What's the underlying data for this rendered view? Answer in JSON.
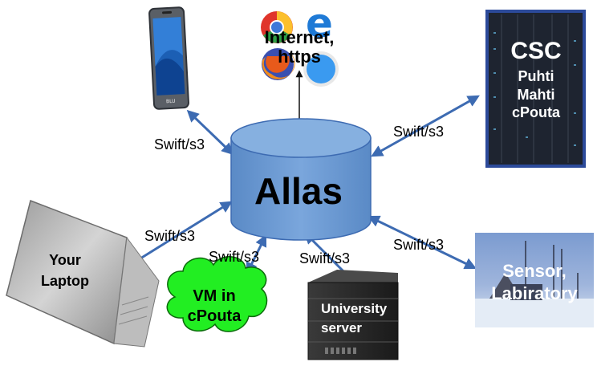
{
  "center": {
    "label": "Allas"
  },
  "internet": {
    "line1": "Internet,",
    "line2": "https",
    "icons": [
      "chrome-icon",
      "edge-icon",
      "firefox-icon",
      "safari-icon"
    ]
  },
  "csc": {
    "title": "CSC",
    "lines": [
      "Puhti",
      "Mahti",
      "cPouta"
    ]
  },
  "laptop": {
    "line1": "Your",
    "line2": "Laptop"
  },
  "vm": {
    "line1": "VM in",
    "line2": "cPouta"
  },
  "server": {
    "line1": "University",
    "line2": "server"
  },
  "sensor": {
    "line1": "Sensor,",
    "line2": "Labiratory"
  },
  "protocols": {
    "phone": "Swift/s3",
    "csc": "Swift/s3",
    "laptop": "Swift/s3",
    "vm": "Swift/s3",
    "server": "Swift/s3",
    "sensor": "Swift/s3"
  },
  "colors": {
    "arrow": "#3d6bb2",
    "cylinder": "#6b9bd3",
    "cylinder_top": "#86b0e0",
    "cloud": "#22ee22",
    "csc_bg": "#1e2430",
    "csc_frame": "#2c4a9a",
    "sensor_bg": "#6d8ec4"
  }
}
